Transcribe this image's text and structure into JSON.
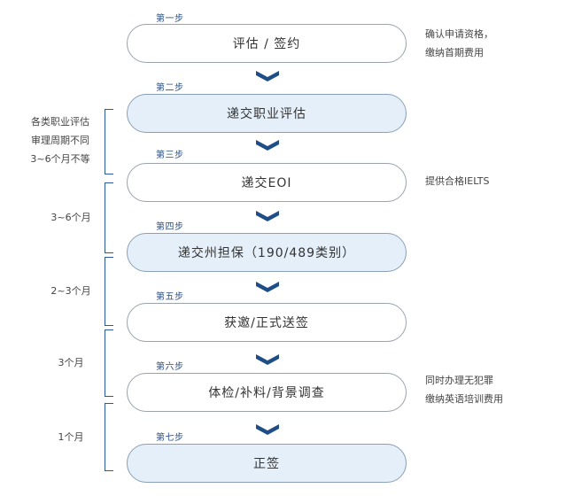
{
  "steps": [
    {
      "label": "第一步",
      "title": "评估 / 签约"
    },
    {
      "label": "第二步",
      "title": "递交职业评估"
    },
    {
      "label": "第三步",
      "title": "递交EOI"
    },
    {
      "label": "第四步",
      "title": "递交州担保（190/489类别）"
    },
    {
      "label": "第五步",
      "title": "获邀/正式送签"
    },
    {
      "label": "第六步",
      "title": "体检/补料/背景调查"
    },
    {
      "label": "第七步",
      "title": "正签"
    }
  ],
  "notes": {
    "note1": [
      "确认申请资格，",
      "缴纳首期费用"
    ],
    "note2": [
      "提供合格IELTS"
    ],
    "note3": [
      "同时办理无犯罪",
      "缴纳英语培训费用"
    ]
  },
  "durations": {
    "d1": [
      "各类职业评估",
      "审理周期不同",
      "3~6个月不等"
    ],
    "d2": "3~6个月",
    "d3": "2~3个月",
    "d4": "3个月",
    "d5": "1个月"
  },
  "colors": {
    "accent": "#1f4e86",
    "highlight_fill": "#e4eff9",
    "bracket": "#2a5b92"
  }
}
